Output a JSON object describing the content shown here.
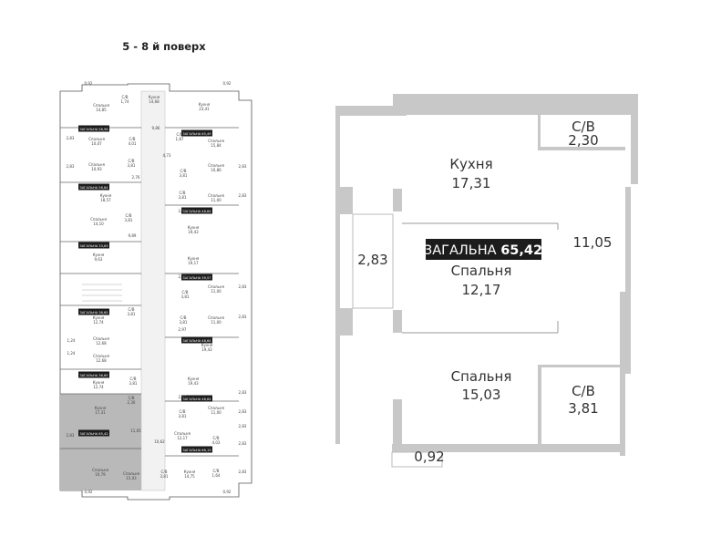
{
  "floor_title": "5 - 8 й поверх",
  "overview": {
    "apartments": [
      {
        "total_label": "ЗАГАЛЬНА 58,98"
      },
      {
        "total_label": "ЗАГАЛЬНА 65,49"
      },
      {
        "total_label": "ЗАГАЛЬНА 58,84"
      },
      {
        "total_label": "ЗАГАЛЬНА 48,64"
      },
      {
        "total_label": "ЗАГАЛЬНА 33,63"
      },
      {
        "total_label": "ЗАГАЛЬНА 39,57"
      },
      {
        "total_label": "ЗАГАЛЬНА 36,65"
      },
      {
        "total_label": "ЗАГАЛЬНА 48,64"
      },
      {
        "total_label": "ЗАГАЛЬНА 36,65"
      },
      {
        "total_label": "ЗАГАЛЬНА 48,64"
      },
      {
        "total_label": "ЗАГАЛЬНА 65,42"
      },
      {
        "total_label": "ЗАГАЛЬНА 66,19"
      }
    ],
    "rooms": [
      {
        "name": "С/В",
        "area": "1,74"
      },
      {
        "name": "Кухня",
        "area": "14,68"
      },
      {
        "name": "Спальня",
        "area": "14,85"
      },
      {
        "name": "Кухня",
        "area": "23,41"
      },
      {
        "name": "Спальня",
        "area": "10,07"
      },
      {
        "name": "С/В",
        "area": "4,01"
      },
      {
        "name": "С/В",
        "area": "1,87"
      },
      {
        "name": "Спальня",
        "area": "15,84"
      },
      {
        "name": "Спальня",
        "area": "10,93"
      },
      {
        "name": "С/В",
        "area": "3,81"
      },
      {
        "name": "С/В",
        "area": "3,81"
      },
      {
        "name": "Спальня",
        "area": "10,86"
      },
      {
        "name": "Кухня",
        "area": "18,57"
      },
      {
        "name": "С/В",
        "area": "3,81"
      },
      {
        "name": "Спальня",
        "area": "11,00"
      },
      {
        "name": "Спальня",
        "area": "14,10"
      },
      {
        "name": "С/В",
        "area": "3,81"
      },
      {
        "name": "Кухня",
        "area": "19,43"
      },
      {
        "name": "Кухня",
        "area": "9,63"
      },
      {
        "name": "Кухня",
        "area": "19,17"
      },
      {
        "name": "С/В",
        "area": "3,81"
      },
      {
        "name": "Спальня",
        "area": "11,00"
      },
      {
        "name": "Кухня",
        "area": "12,74"
      },
      {
        "name": "С/В",
        "area": "3,81"
      },
      {
        "name": "С/В",
        "area": "3,81"
      },
      {
        "name": "Спальня",
        "area": "11,00"
      },
      {
        "name": "Спальня",
        "area": "12,68"
      },
      {
        "name": "Кухня",
        "area": "19,43"
      },
      {
        "name": "Спальня",
        "area": "12,68"
      },
      {
        "name": "Кухня",
        "area": "19,43"
      },
      {
        "name": "Кухня",
        "area": "12,74"
      },
      {
        "name": "С/В",
        "area": "3,81"
      },
      {
        "name": "Спальня",
        "area": "11,00"
      },
      {
        "name": "Кухня",
        "area": "17,31"
      },
      {
        "name": "С/В",
        "area": "2,30"
      },
      {
        "name": "С/В",
        "area": "3,81"
      },
      {
        "name": "Спальня",
        "area": "12,17"
      },
      {
        "name": "С/В",
        "area": "4,03"
      },
      {
        "name": "Спальня",
        "area": "10,79"
      },
      {
        "name": "Спальня",
        "area": "15,03"
      },
      {
        "name": "С/В",
        "area": "3,81"
      },
      {
        "name": "Кухня",
        "area": "14,75"
      },
      {
        "name": "С/В",
        "area": "1,64"
      },
      {
        "name": "Кухня",
        "area": "14,61"
      }
    ],
    "balconies": [
      "0,92",
      "0,92",
      "9,86",
      "2,83",
      "4,73",
      "2,83",
      "2,83",
      "2,83",
      "2,76",
      "2,83",
      "2,97",
      "9,89",
      "2,76",
      "2,83",
      "2,83",
      "2,97",
      "1,24",
      "1,24",
      "2,83",
      "2,97",
      "2,83",
      "2,83",
      "2,83",
      "11,05",
      "10,62",
      "2,83",
      "0,92",
      "0,92"
    ]
  },
  "detail": {
    "total_label": "ЗАГАЛЬНА",
    "total_area": "65,42",
    "rooms": [
      {
        "name": "С/В",
        "area": "2,30"
      },
      {
        "name": "Кухня",
        "area": "17,31"
      },
      {
        "name": "Спальня",
        "area": "12,17"
      },
      {
        "name": "Спальня",
        "area": "15,03"
      },
      {
        "name": "С/В",
        "area": "3,81"
      }
    ],
    "balcony_left": "2,83",
    "balcony_right": "11,05",
    "balcony_bottom": "0,92"
  }
}
